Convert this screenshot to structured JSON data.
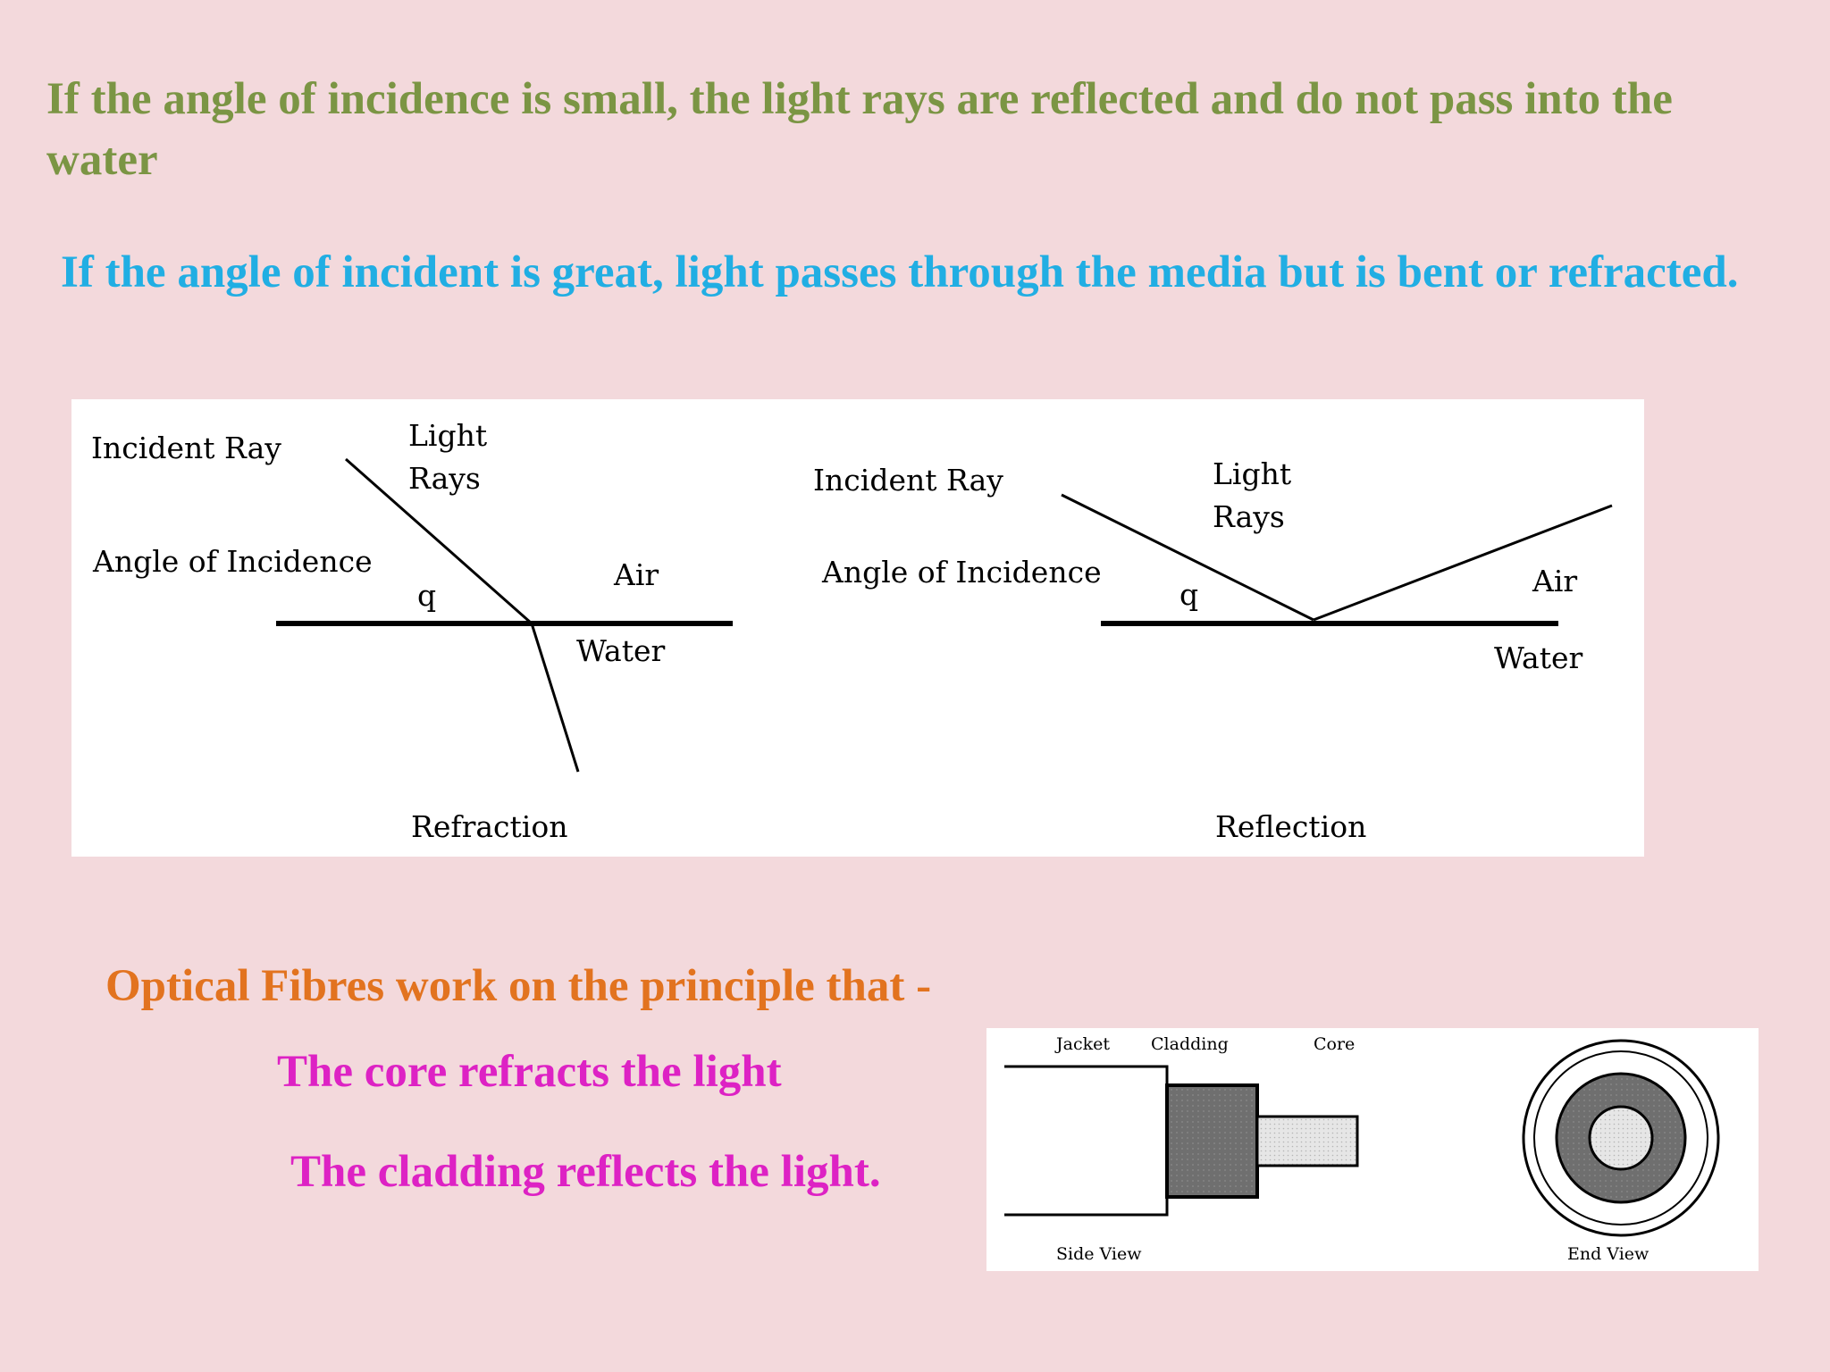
{
  "paragraphs": {
    "reflection_note": "If the angle of incidence is small, the light rays are reflected and do not pass into the water",
    "refraction_note": "If the angle of incident is great, light passes through the media but is bent or refracted.",
    "principle": "Optical Fibres work on the principle that -",
    "core_line": "The core refracts the light",
    "cladding_line": "The cladding reflects the light."
  },
  "refraction_diagram": {
    "incident_ray": "Incident Ray",
    "light_rays_1": "Light",
    "light_rays_2": "Rays",
    "angle_label": "Angle of Incidence",
    "theta": "q",
    "air": "Air",
    "water": "Water",
    "caption": "Refraction"
  },
  "reflection_diagram": {
    "incident_ray": "Incident Ray",
    "light_rays_1": "Light",
    "light_rays_2": "Rays",
    "angle_label": "Angle of Incidence",
    "theta": "q",
    "air": "Air",
    "water": "Water",
    "caption": "Reflection"
  },
  "fibre_diagram": {
    "jacket": "Jacket",
    "cladding": "Cladding",
    "core": "Core",
    "side_view": "Side View",
    "end_view": "End View"
  },
  "colors": {
    "background": "#f3d9dc",
    "green_text": "#7b9544",
    "blue_text": "#21aee3",
    "orange_text": "#e2731f",
    "magenta_text": "#dd22c4"
  }
}
